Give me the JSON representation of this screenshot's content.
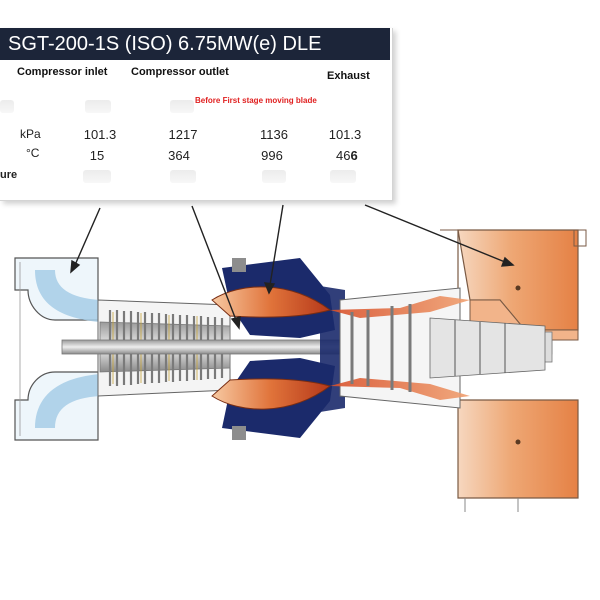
{
  "title": "SGT-200-1S (ISO) 6.75MW(e) DLE",
  "columns": {
    "compressor_inlet": "Compressor inlet",
    "compressor_outlet": "Compressor outlet",
    "exhaust": "Exhaust"
  },
  "note": "Before First stage moving blade",
  "rows": [
    {
      "label": "",
      "unit": "kPa",
      "values": [
        "101.3",
        "1217",
        "1136",
        "101.3"
      ]
    },
    {
      "label": "",
      "unit": "°C",
      "values": [
        "15",
        "364",
        "996",
        "46"
      ],
      "last_suffix": "6"
    }
  ],
  "row3_label": "ure",
  "colors": {
    "title_bar": "#1c2539",
    "note_red": "#e02020",
    "combustor_orange": "#e0733a",
    "casing_navy": "#1b2a6b",
    "inlet_blue": "#a6cde6"
  }
}
